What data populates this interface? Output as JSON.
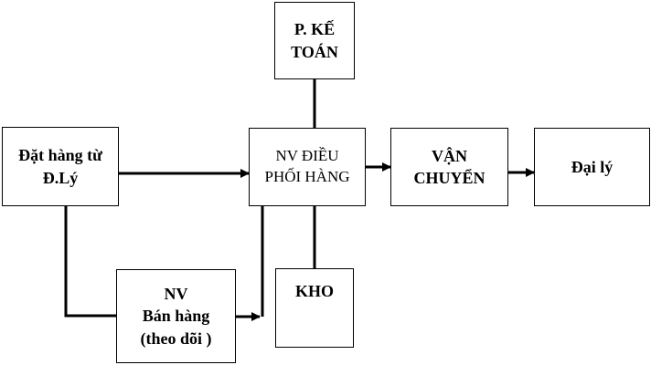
{
  "nodes": {
    "ke_toan": {
      "lines": [
        "P. KẾ",
        "TOÁN"
      ]
    },
    "dat_hang": {
      "lines": [
        "Đặt hàng từ",
        "Đ.Lý"
      ]
    },
    "nv_dieu_phoi": {
      "lines": [
        "NV ĐIỀU",
        "PHỐI HÀNG"
      ]
    },
    "van_chuyen": {
      "lines": [
        "VẬN",
        "CHUYỂN"
      ]
    },
    "dai_ly": {
      "lines": [
        "Đại lý"
      ]
    },
    "nv_ban_hang": {
      "lines": [
        "NV",
        "Bán hàng",
        "(theo dõi )"
      ]
    },
    "kho": {
      "lines": [
        "KHO"
      ]
    }
  },
  "colors": {
    "stroke": "#000000",
    "background": "#ffffff"
  }
}
